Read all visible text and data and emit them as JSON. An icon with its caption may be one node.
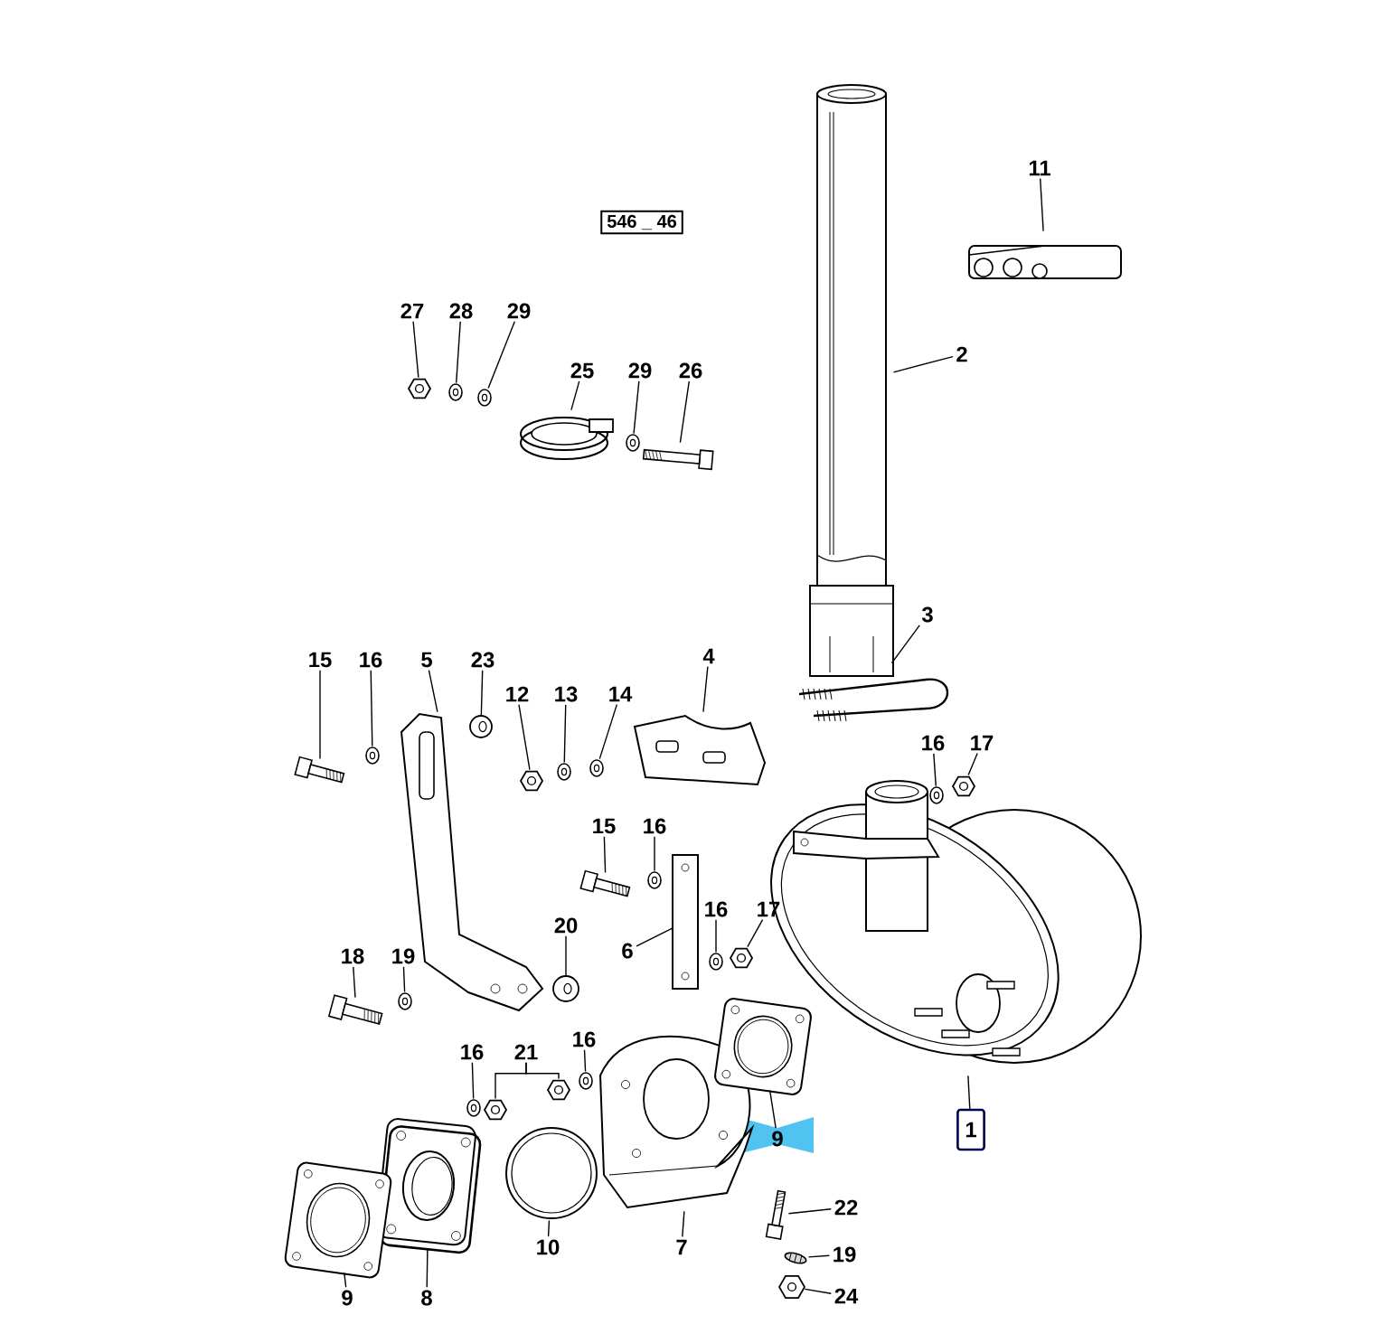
{
  "diagram": {
    "nodes": [
      {
        "text": [
          "27"
        ]
      },
      {
        "text": [],
        "shape": "picture"
      },
      {
        "text": [
          "28"
        ]
      },
      {
        "text": [],
        "shape": "picture"
      },
      {
        "text": [
          "29"
        ]
      },
      {
        "text": [],
        "shape": "picture"
      },
      {
        "text": [
          "25"
        ]
      },
      {
        "text": [],
        "shape": "picture"
      },
      {
        "text": [
          "29"
        ]
      },
      {
        "text": [],
        "shape": "picture"
      },
      {
        "text": [
          "26"
        ]
      },
      {
        "text": [],
        "shape": "picture"
      },
      {
        "text": [
          "11"
        ]
      },
      {
        "text": [],
        "shape": "picture"
      },
      {
        "text": [
          "2"
        ]
      },
      {
        "text": [],
        "shape": "picture"
      },
      {
        "text": [
          "3"
        ]
      },
      {
        "text": [],
        "shape": "picture"
      },
      {
        "text": [
          "15"
        ]
      },
      {
        "text": [],
        "shape": "picture"
      },
      {
        "text": [
          "16"
        ]
      },
      {
        "text": [],
        "shape": "picture"
      },
      {
        "text": [
          "5"
        ]
      },
      {
        "text": [],
        "shape": "picture"
      },
      {
        "text": [
          "23"
        ]
      },
      {
        "text": [],
        "shape": "picture"
      },
      {
        "text": [
          "12"
        ]
      },
      {
        "text": [],
        "shape": "picture"
      },
      {
        "text": [
          "13"
        ]
      },
      {
        "text": [],
        "shape": "picture"
      },
      {
        "text": [
          "14"
        ]
      },
      {
        "text": [],
        "shape": "picture"
      },
      {
        "text": [
          "4"
        ]
      },
      {
        "text": [],
        "shape": "picture"
      },
      {
        "text": [
          "16"
        ]
      },
      {
        "text": [],
        "shape": "picture"
      },
      {
        "text": [
          "17"
        ]
      },
      {
        "text": [],
        "shape": "picture"
      },
      {
        "text": [
          "15"
        ]
      },
      {
        "text": [],
        "shape": "picture"
      },
      {
        "text": [
          "16"
        ]
      },
      {
        "text": [],
        "shape": "picture"
      },
      {
        "text": [
          "6"
        ]
      },
      {
        "text": [],
        "shape": "picture"
      },
      {
        "text": [
          "16"
        ]
      },
      {
        "text": [],
        "shape": "picture"
      },
      {
        "text": [
          "17"
        ]
      },
      {
        "text": [],
        "shape": "picture"
      },
      {
        "text": [
          "20"
        ]
      },
      {
        "text": [],
        "shape": "picture"
      },
      {
        "text": [
          "18"
        ]
      },
      {
        "text": [],
        "shape": "picture"
      },
      {
        "text": [
          "19"
        ]
      },
      {
        "text": [],
        "shape": "picture"
      },
      {
        "text": [
          "1"
        ]
      },
      {
        "text": [],
        "shape": "picture"
      },
      {
        "text": [
          "16"
        ]
      },
      {
        "text": [],
        "shape": "picture"
      },
      {
        "text": [
          "21"
        ]
      },
      {
        "text": [],
        "shape": "picture"
      },
      {
        "text": [],
        "shape": "picture"
      },
      {
        "text": [
          "16"
        ]
      },
      {
        "text": [],
        "shape": "picture"
      },
      {
        "text": [
          "9"
        ]
      },
      {
        "text": [],
        "shape": "picture"
      },
      {
        "text": [
          "22"
        ]
      },
      {
        "text": [],
        "shape": "picture"
      },
      {
        "text": [
          "19"
        ]
      },
      {
        "text": [],
        "shape": "picture"
      },
      {
        "text": [
          "24"
        ]
      },
      {
        "text": [],
        "shape": "picture"
      },
      {
        "text": [
          "9"
        ]
      },
      {
        "text": [],
        "shape": "picture"
      },
      {
        "text": [
          "8"
        ]
      },
      {
        "text": [],
        "shape": "picture"
      },
      {
        "text": [
          "10"
        ]
      },
      {
        "text": [],
        "shape": "picture"
      },
      {
        "text": [
          "7"
        ]
      },
      {
        "text": [],
        "shape": "picture"
      }
    ],
    "edges": [
      {
        "from": 0,
        "to": 1,
        "arrow": "none"
      },
      {
        "from": 2,
        "to": 3,
        "arrow": "none"
      },
      {
        "from": 4,
        "to": 5,
        "arrow": "none"
      },
      {
        "from": 6,
        "to": 7,
        "arrow": "none"
      },
      {
        "from": 8,
        "to": 9,
        "arrow": "none"
      },
      {
        "from": 10,
        "to": 11,
        "arrow": "none"
      },
      {
        "from": 12,
        "to": 13,
        "arrow": "none"
      },
      {
        "from": 14,
        "to": 15,
        "arrow": "none"
      },
      {
        "from": 16,
        "to": 17,
        "arrow": "none"
      },
      {
        "from": 18,
        "to": 19,
        "arrow": "none"
      },
      {
        "from": 20,
        "to": 21,
        "arrow": "none"
      },
      {
        "from": 22,
        "to": 23,
        "arrow": "none"
      },
      {
        "from": 24,
        "to": 25,
        "arrow": "none"
      },
      {
        "from": 26,
        "to": 27,
        "arrow": "none"
      },
      {
        "from": 28,
        "to": 29,
        "arrow": "none"
      },
      {
        "from": 30,
        "to": 31,
        "arrow": "none"
      },
      {
        "from": 32,
        "to": 33,
        "arrow": "none"
      },
      {
        "from": 34,
        "to": 35,
        "arrow": "none"
      },
      {
        "from": 36,
        "to": 37,
        "arrow": "none"
      },
      {
        "from": 38,
        "to": 39,
        "arrow": "none"
      },
      {
        "from": 40,
        "to": 41,
        "arrow": "none"
      },
      {
        "from": 42,
        "to": 43,
        "arrow": "none"
      },
      {
        "from": 44,
        "to": 45,
        "arrow": "none"
      },
      {
        "from": 46,
        "to": 47,
        "arrow": "none"
      },
      {
        "from": 48,
        "to": 49,
        "arrow": "none"
      },
      {
        "from": 50,
        "to": 51,
        "arrow": "none"
      },
      {
        "from": 52,
        "to": 53,
        "arrow": "none"
      },
      {
        "from": 54,
        "to": 55,
        "arrow": "none"
      },
      {
        "from": 56,
        "to": 57,
        "arrow": "none"
      },
      {
        "from": 58,
        "to": 59,
        "arrow": "none"
      },
      {
        "from": 58,
        "to": 60,
        "arrow": "none"
      },
      {
        "from": 61,
        "to": 62,
        "arrow": "none"
      },
      {
        "from": 63,
        "to": 64,
        "arrow": "none"
      },
      {
        "from": 65,
        "to": 66,
        "arrow": "none"
      },
      {
        "from": 67,
        "to": 68,
        "arrow": "none"
      },
      {
        "from": 69,
        "to": 70,
        "arrow": "none"
      },
      {
        "from": 71,
        "to": 72,
        "arrow": "none"
      },
      {
        "from": 73,
        "to": 74,
        "arrow": "none"
      },
      {
        "from": 75,
        "to": 76,
        "arrow": "none"
      },
      {
        "from": 77,
        "to": 78,
        "arrow": "none"
      }
    ],
    "labels": [
      "546 _ 46"
    ]
  }
}
